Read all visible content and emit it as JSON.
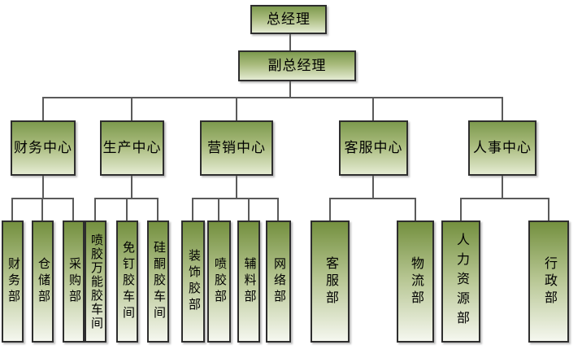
{
  "chart": {
    "type": "org-chart",
    "root": {
      "label": "总经理"
    },
    "deputy": {
      "label": "副总经理"
    },
    "centers": [
      {
        "label": "财务中心",
        "departments": [
          {
            "label": "财务部"
          },
          {
            "label": "仓储部"
          },
          {
            "label": "采购部"
          }
        ]
      },
      {
        "label": "生产中心",
        "departments": [
          {
            "label": "喷胶万能胶车间"
          },
          {
            "label": "免钉胶车间"
          },
          {
            "label": "硅酮胶车间"
          }
        ]
      },
      {
        "label": "营销中心",
        "departments": [
          {
            "label": "装饰胶部"
          },
          {
            "label": "喷胶部"
          },
          {
            "label": "辅料部"
          },
          {
            "label": "网络部"
          }
        ]
      },
      {
        "label": "客服中心",
        "departments": [
          {
            "label": "客服部"
          },
          {
            "label": "物流部"
          }
        ]
      },
      {
        "label": "人事中心",
        "departments": [
          {
            "label": "人力资源部"
          },
          {
            "label": "行政部"
          }
        ]
      }
    ],
    "colors": {
      "node_gradient_top": "#7d9a4e",
      "node_gradient_bottom": "#f5f7ef",
      "node_border": "#2e2e2e",
      "connector": "#5a5a5a",
      "text": "#000000",
      "background": "#ffffff"
    }
  }
}
